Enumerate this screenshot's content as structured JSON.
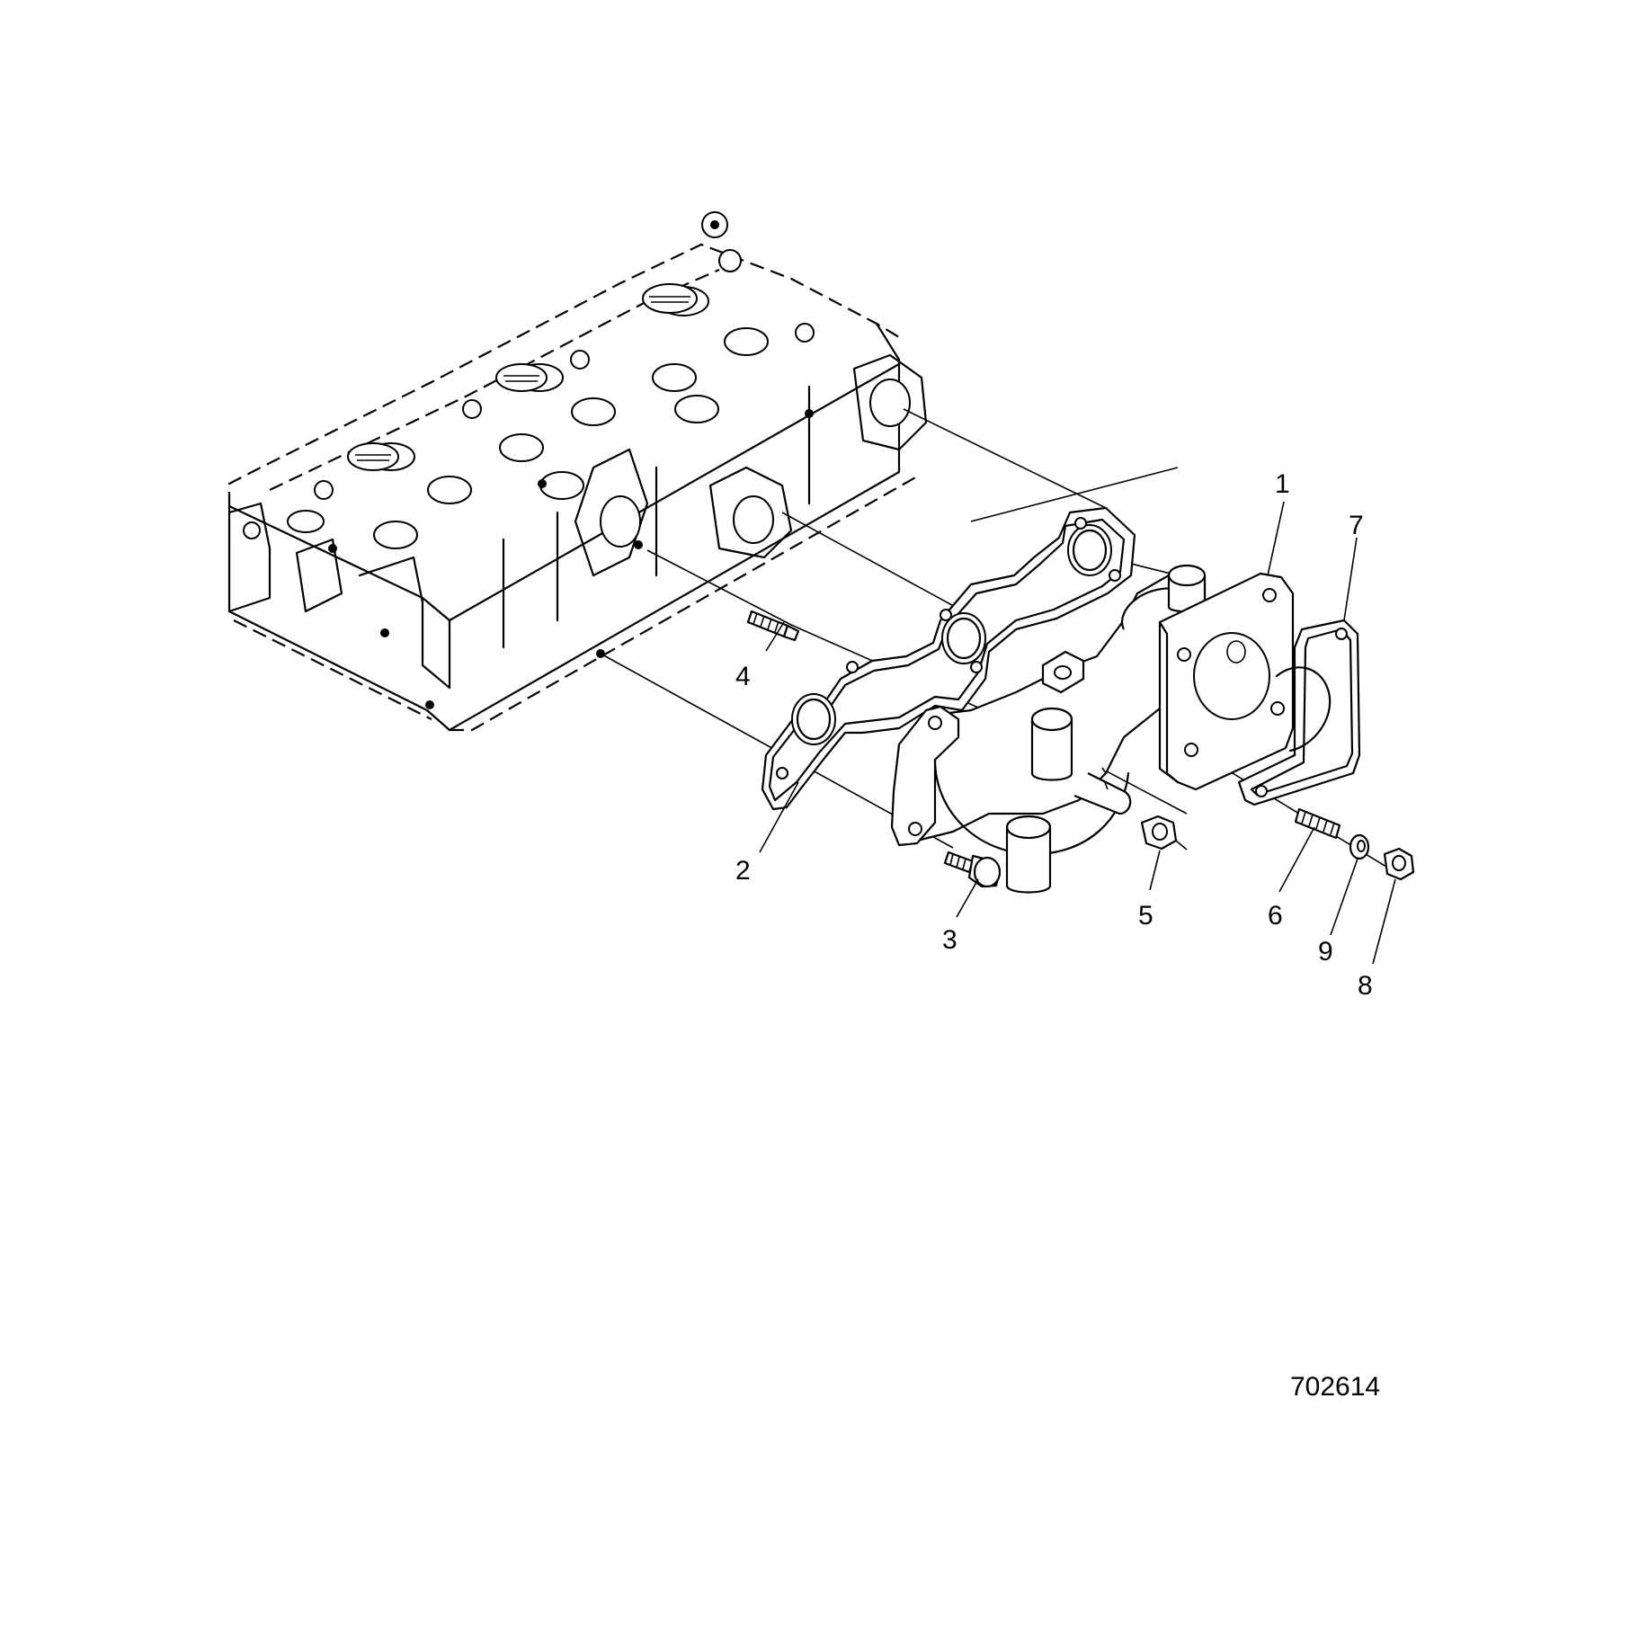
{
  "callouts": {
    "c1": "1",
    "c2": "2",
    "c3": "3",
    "c4": "4",
    "c5": "5",
    "c6": "6",
    "c7": "7",
    "c8": "8",
    "c9": "9"
  },
  "figure_number": "702614",
  "colors": {
    "line": "#000000",
    "background": "#ffffff"
  }
}
